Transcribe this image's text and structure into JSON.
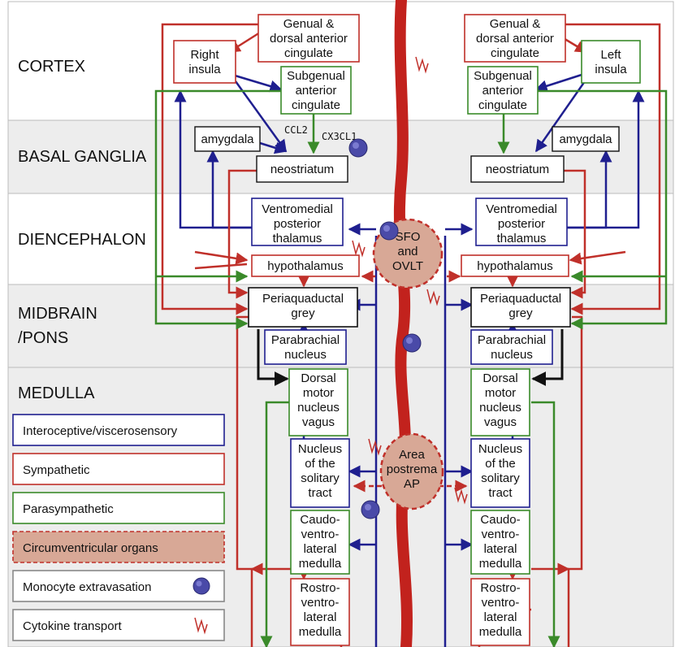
{
  "regions": {
    "cortex": "CORTEX",
    "basal_ganglia": "BASAL GANGLIA",
    "diencephalon": "DIENCEPHALON",
    "midbrain_1": "MIDBRAIN",
    "midbrain_2": "/PONS",
    "medulla": "MEDULLA"
  },
  "nodes": {
    "genual": [
      "Genual &",
      "dorsal anterior",
      "cingulate"
    ],
    "right_insula": [
      "Right",
      "insula"
    ],
    "left_insula": [
      "Left",
      "insula"
    ],
    "subgenual": [
      "Subgenual",
      "anterior",
      "cingulate"
    ],
    "amygdala": [
      "amygdala"
    ],
    "neostriatum": [
      "neostriatum"
    ],
    "vmpt": [
      "Ventromedial",
      "posterior",
      "thalamus"
    ],
    "hypothalamus": [
      "hypothalamus"
    ],
    "pag": [
      "Periaquaductal",
      "grey"
    ],
    "parabrachial": [
      "Parabrachial",
      "nucleus"
    ],
    "dmnv": [
      "Dorsal",
      "motor",
      "nucleus",
      "vagus"
    ],
    "nts": [
      "Nucleus",
      "of the",
      "solitary",
      "tract"
    ],
    "cvlm": [
      "Caudo-",
      "ventro-",
      "lateral",
      "medulla"
    ],
    "rvlm": [
      "Rostro-",
      "ventro-",
      "lateral",
      "medulla"
    ],
    "sfo": [
      "SFO",
      "and",
      "OVLT"
    ],
    "ap": [
      "Area",
      "postrema",
      "AP"
    ]
  },
  "annotations": {
    "ccl2": "CCL2",
    "cx3cl1": "CX3CL1"
  },
  "legend": [
    {
      "label": "Interoceptive/viscerosensory",
      "color": "#1f1f8f"
    },
    {
      "label": "Sympathetic",
      "color": "#c0302a"
    },
    {
      "label": "Parasympathetic",
      "color": "#3a8a2a"
    },
    {
      "label": "Circumventricular organs",
      "color": "#c0302a"
    },
    {
      "label": "Monocyte extravasation",
      "icon": "monocyte-icon"
    },
    {
      "label": "Cytokine transport",
      "icon": "cytokine-icon"
    }
  ],
  "colors": {
    "intero": "#1f1f8f",
    "symp": "#c0302a",
    "para": "#3a8a2a",
    "vessel": "#c2221d",
    "cvo_fill": "#d8a896",
    "band_grey": "#ededed",
    "band_white": "#ffffff"
  }
}
